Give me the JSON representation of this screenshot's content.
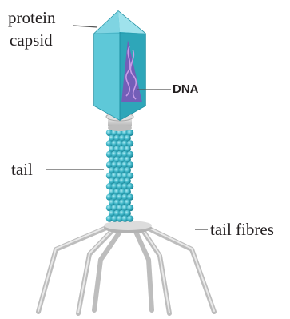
{
  "labels": {
    "capsid_line1": "protein",
    "capsid_line2": "capsid",
    "dna": "DNA",
    "tail": "tail",
    "tail_fibres": "tail fibres"
  },
  "colors": {
    "capsid": "#3fb8c9",
    "capsid_light": "#8fdde8",
    "capsid_dark": "#1f8fa2",
    "dna": "#8a4fc2",
    "tail_bead": "#3cb4c6",
    "fibre": "#c8c8c8",
    "leader_line": "#555555",
    "text": "#231f20"
  }
}
